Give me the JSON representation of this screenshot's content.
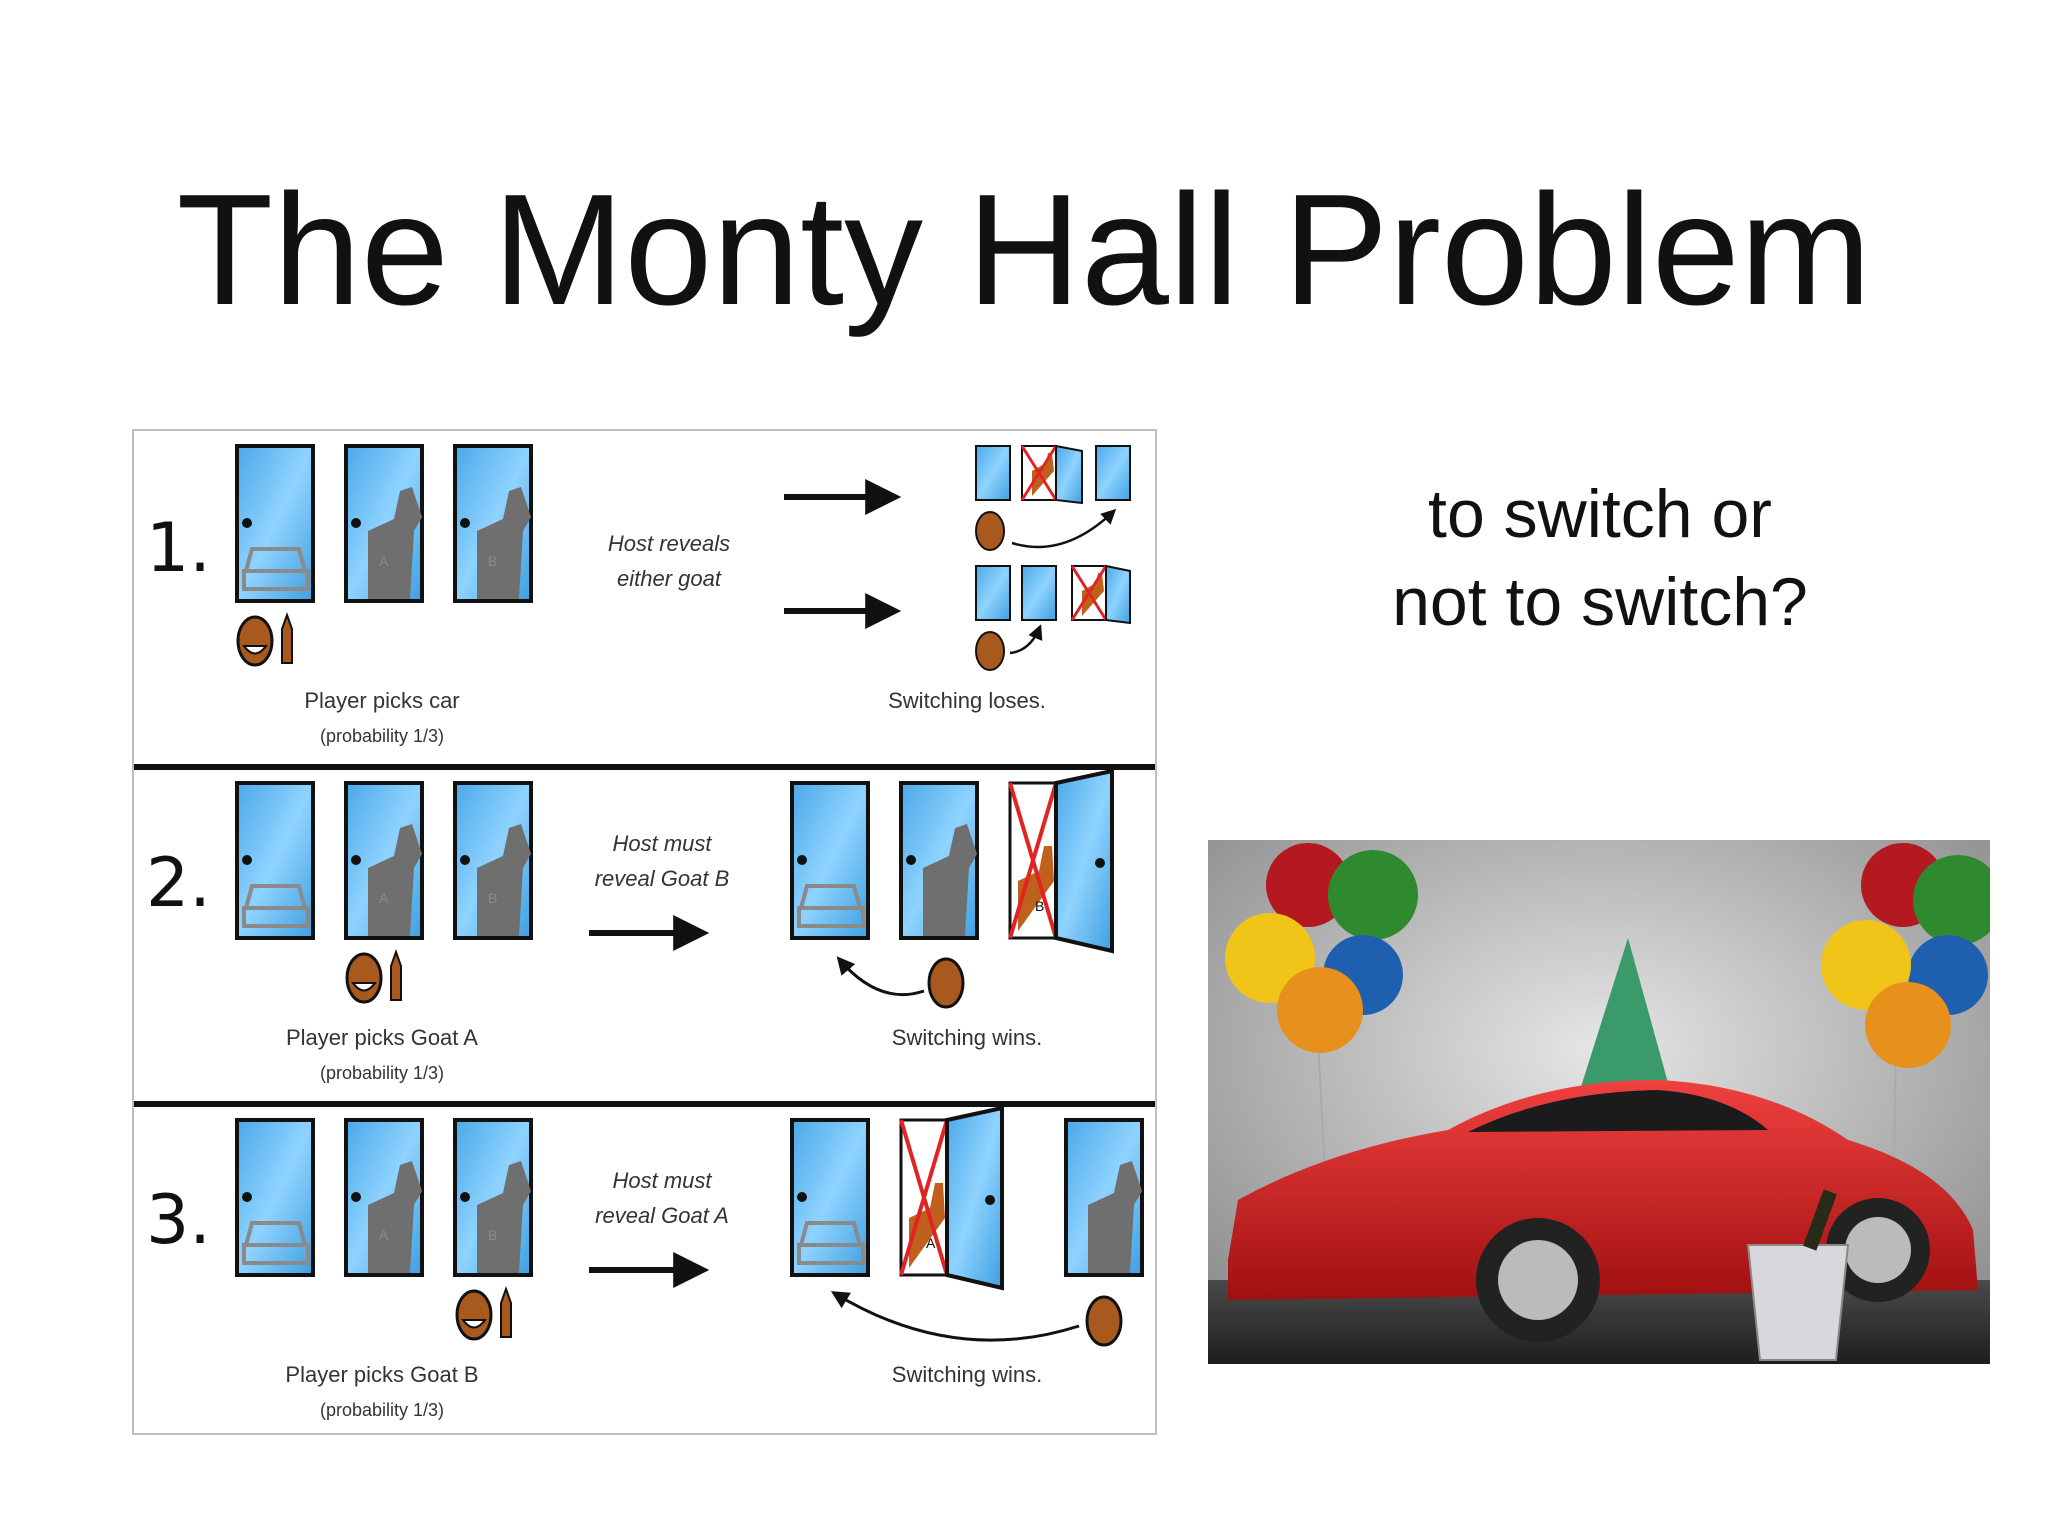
{
  "slide": {
    "title": "The Monty Hall Problem",
    "question_lines": [
      "to switch or",
      "not to switch?"
    ]
  },
  "diagram": {
    "rows": [
      {
        "number": "1.",
        "host_text": [
          "Host reveals",
          "either goat"
        ],
        "pick_text": "Player picks car",
        "probability": "(probability 1/3)",
        "result": "Switching loses."
      },
      {
        "number": "2.",
        "host_text": [
          "Host must",
          "reveal Goat B"
        ],
        "pick_text": "Player picks Goat A",
        "probability": "(probability 1/3)",
        "result": "Switching wins."
      },
      {
        "number": "3.",
        "host_text": [
          "Host must",
          "reveal Goat A"
        ],
        "pick_text": "Player picks Goat B",
        "probability": "(probability 1/3)",
        "result": "Switching wins."
      }
    ],
    "door_labels": [
      "A",
      "B"
    ],
    "colors": {
      "door": "#5bb8f0",
      "door_border": "#1a1a1a",
      "goat": "#6f6f6f",
      "goat_revealed": "#c0611b",
      "cross": "#e02424",
      "face": "#a85a1e"
    }
  },
  "photo": {
    "description_colors": {
      "car": "#d61f1f",
      "hat": "#3a9a6a",
      "balloon_red": "#b3191f",
      "balloon_green": "#2f8a2f",
      "balloon_yellow": "#f0c419",
      "balloon_blue": "#1f5fb0",
      "balloon_orange": "#e8901c"
    }
  }
}
